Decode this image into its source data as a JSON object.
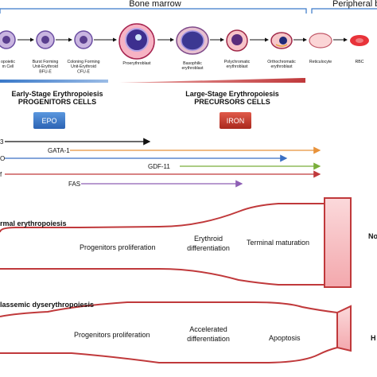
{
  "header": {
    "bone_marrow": "Bone marrow",
    "peripheral_blood": "Peripheral blood"
  },
  "cells": [
    {
      "id": "stem",
      "lines": [
        "opoietic",
        "m Cell"
      ]
    },
    {
      "id": "bfue",
      "lines": [
        "Burst Forming",
        "Unit-Erythroid",
        "BFU-E"
      ]
    },
    {
      "id": "cfue",
      "lines": [
        "Coloning Forming",
        "Unit-Erythroid",
        "CFU-E"
      ]
    },
    {
      "id": "pro",
      "lines": [
        "Proerythroblast"
      ]
    },
    {
      "id": "baso",
      "lines": [
        "Basophilic",
        "erythroblast"
      ]
    },
    {
      "id": "poly",
      "lines": [
        "Polychromatic",
        "erythroblast"
      ]
    },
    {
      "id": "ortho",
      "lines": [
        "Orthochromatic",
        "erythroblast"
      ]
    },
    {
      "id": "retic",
      "lines": [
        "Reticulocyte"
      ]
    },
    {
      "id": "rbc",
      "lines": [
        "RBC"
      ]
    }
  ],
  "stages": {
    "early_title": "Early-Stage Erythropoiesis",
    "early_sub": "PROGENITORS CELLS",
    "late_title": "Large-Stage Erythropoiesis",
    "late_sub": "PRECURSORS CELLS"
  },
  "factors": {
    "epo": "EPO",
    "iron": "IRON"
  },
  "regulators": [
    {
      "label": "3",
      "color": "#111111"
    },
    {
      "label": "GATA-1",
      "color": "#e8923a"
    },
    {
      "label": "O",
      "color": "#3a6fc4"
    },
    {
      "label": "GDF-11",
      "color": "#7aae3a"
    },
    {
      "label": "f",
      "color": "#c0393b"
    },
    {
      "label": "FAS",
      "color": "#8e5fb5"
    }
  ],
  "normal": {
    "title": "rmal erythropoiesis",
    "p1": "Progenitors proliferation",
    "p2a": "Erythroid",
    "p2b": "differentiation",
    "p3": "Terminal maturation",
    "side": "No"
  },
  "thal": {
    "title": "lassemic dyserythropoiesis",
    "p1": "Progenitors proliferation",
    "p2a": "Accelerated",
    "p2b": "differentiation",
    "p3": "Apoptosis",
    "side": "H"
  },
  "colors": {
    "accent_red": "#c0393b",
    "cell_purple": "#6b4ea2",
    "epo_blue": "#3a79c9",
    "iron_red": "#c43a2e"
  }
}
